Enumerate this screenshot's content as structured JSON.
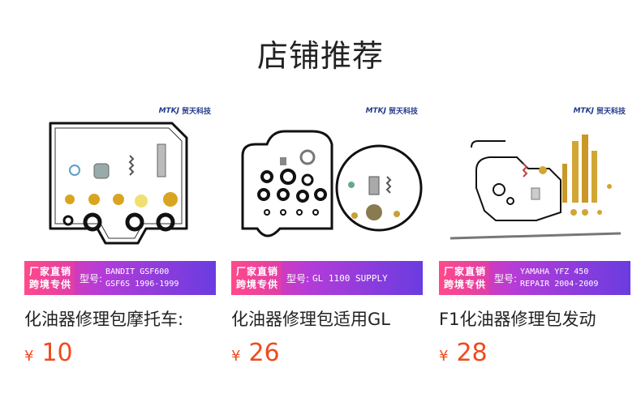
{
  "section": {
    "title": "店铺推荐"
  },
  "colors": {
    "accent": "#f04a1c",
    "banner_start": "#ff3a8c",
    "banner_end": "#6a3ce0"
  },
  "products": [
    {
      "brand_logo": "MTKJ",
      "brand_name": "贸天科技",
      "tag_line1": "厂家直销",
      "tag_line2": "跨境专供",
      "model_label": "型号:",
      "model_value": "BANDIT GSF600\nGSF6S 1996-1999",
      "name": "化油器修理包摩托车:",
      "currency": "¥",
      "price": "10"
    },
    {
      "brand_logo": "MTKJ",
      "brand_name": "贸天科技",
      "tag_line1": "厂家直销",
      "tag_line2": "跨境专供",
      "model_label": "型号:",
      "model_value": "GL 1100 SUPPLY",
      "name": "化油器修理包适用GL",
      "currency": "¥",
      "price": "26"
    },
    {
      "brand_logo": "MTKJ",
      "brand_name": "贸天科技",
      "tag_line1": "厂家直销",
      "tag_line2": "跨境专供",
      "model_label": "型号:",
      "model_value": "YAMAHA YFZ 450\nREPAIR 2004-2009",
      "name": "F1化油器修理包发动",
      "currency": "¥",
      "price": "28"
    }
  ]
}
